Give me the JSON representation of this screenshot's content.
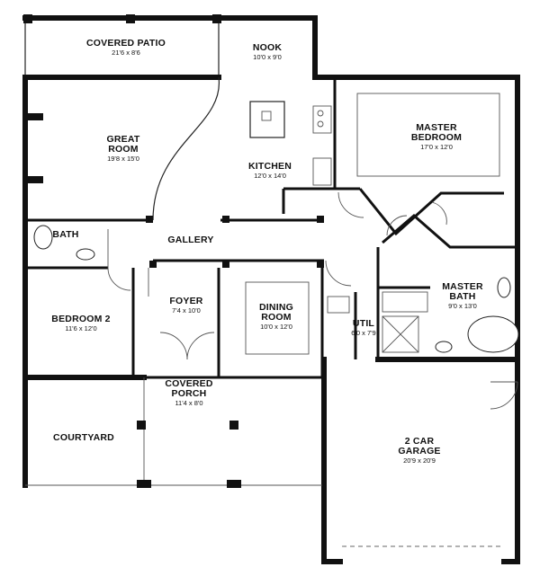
{
  "rooms": {
    "covered_patio": {
      "name": "COVERED PATIO",
      "dims": "21'6 x 8'6"
    },
    "nook": {
      "name": "NOOK",
      "dims": "10'0 x 9'0"
    },
    "great_room": {
      "name_line1": "GREAT",
      "name_line2": "ROOM",
      "dims": "19'8 x 15'0"
    },
    "kitchen": {
      "name": "KITCHEN",
      "dims": "12'0 x 14'0"
    },
    "master_bedroom": {
      "name_line1": "MASTER",
      "name_line2": "BEDROOM",
      "dims": "17'0 x 12'0"
    },
    "bath": {
      "name": "BATH"
    },
    "gallery": {
      "name": "GALLERY"
    },
    "foyer": {
      "name": "FOYER",
      "dims": "7'4 x 10'0"
    },
    "dining_room": {
      "name_line1": "DINING",
      "name_line2": "ROOM",
      "dims": "10'0 x 12'0"
    },
    "bedroom_2": {
      "name": "BEDROOM 2",
      "dims": "11'6 x 12'0"
    },
    "master_bath": {
      "name_line1": "MASTER",
      "name_line2": "BATH",
      "dims": "9'0 x 13'0"
    },
    "util": {
      "name": "UTIL",
      "dims": "6'0 x 7'9"
    },
    "covered_porch": {
      "name_line1": "COVERED",
      "name_line2": "PORCH",
      "dims": "11'4 x 8'0"
    },
    "courtyard": {
      "name": "COURTYARD"
    },
    "garage": {
      "name_line1": "2 CAR",
      "name_line2": "GARAGE",
      "dims": "20'9 x 20'9"
    }
  }
}
